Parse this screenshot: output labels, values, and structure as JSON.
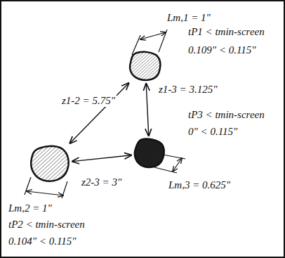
{
  "diagram": {
    "nodes": [
      {
        "text": [
          "Lm,1 = 1\"",
          "tP1 < tmin-screen",
          "0.109\" < 0.115\""
        ]
      },
      {
        "text": [
          "Lm,2 = 1\"",
          "tP2 < tmin-screen",
          "0.104\" < 0.115\""
        ]
      },
      {
        "text": [
          "tP3 < tmin-screen",
          "0\" < 0.115\"",
          "Lm,3 = 0.625\""
        ]
      }
    ],
    "edges": [
      {
        "from": 0,
        "to": 1,
        "arrow": "both",
        "label": "z1-2 = 5.75\""
      },
      {
        "from": 0,
        "to": 2,
        "arrow": "both",
        "label": "z1-3 = 3.125\""
      },
      {
        "from": 1,
        "to": 2,
        "arrow": "both",
        "label": "z2-3 = 3\""
      }
    ]
  }
}
